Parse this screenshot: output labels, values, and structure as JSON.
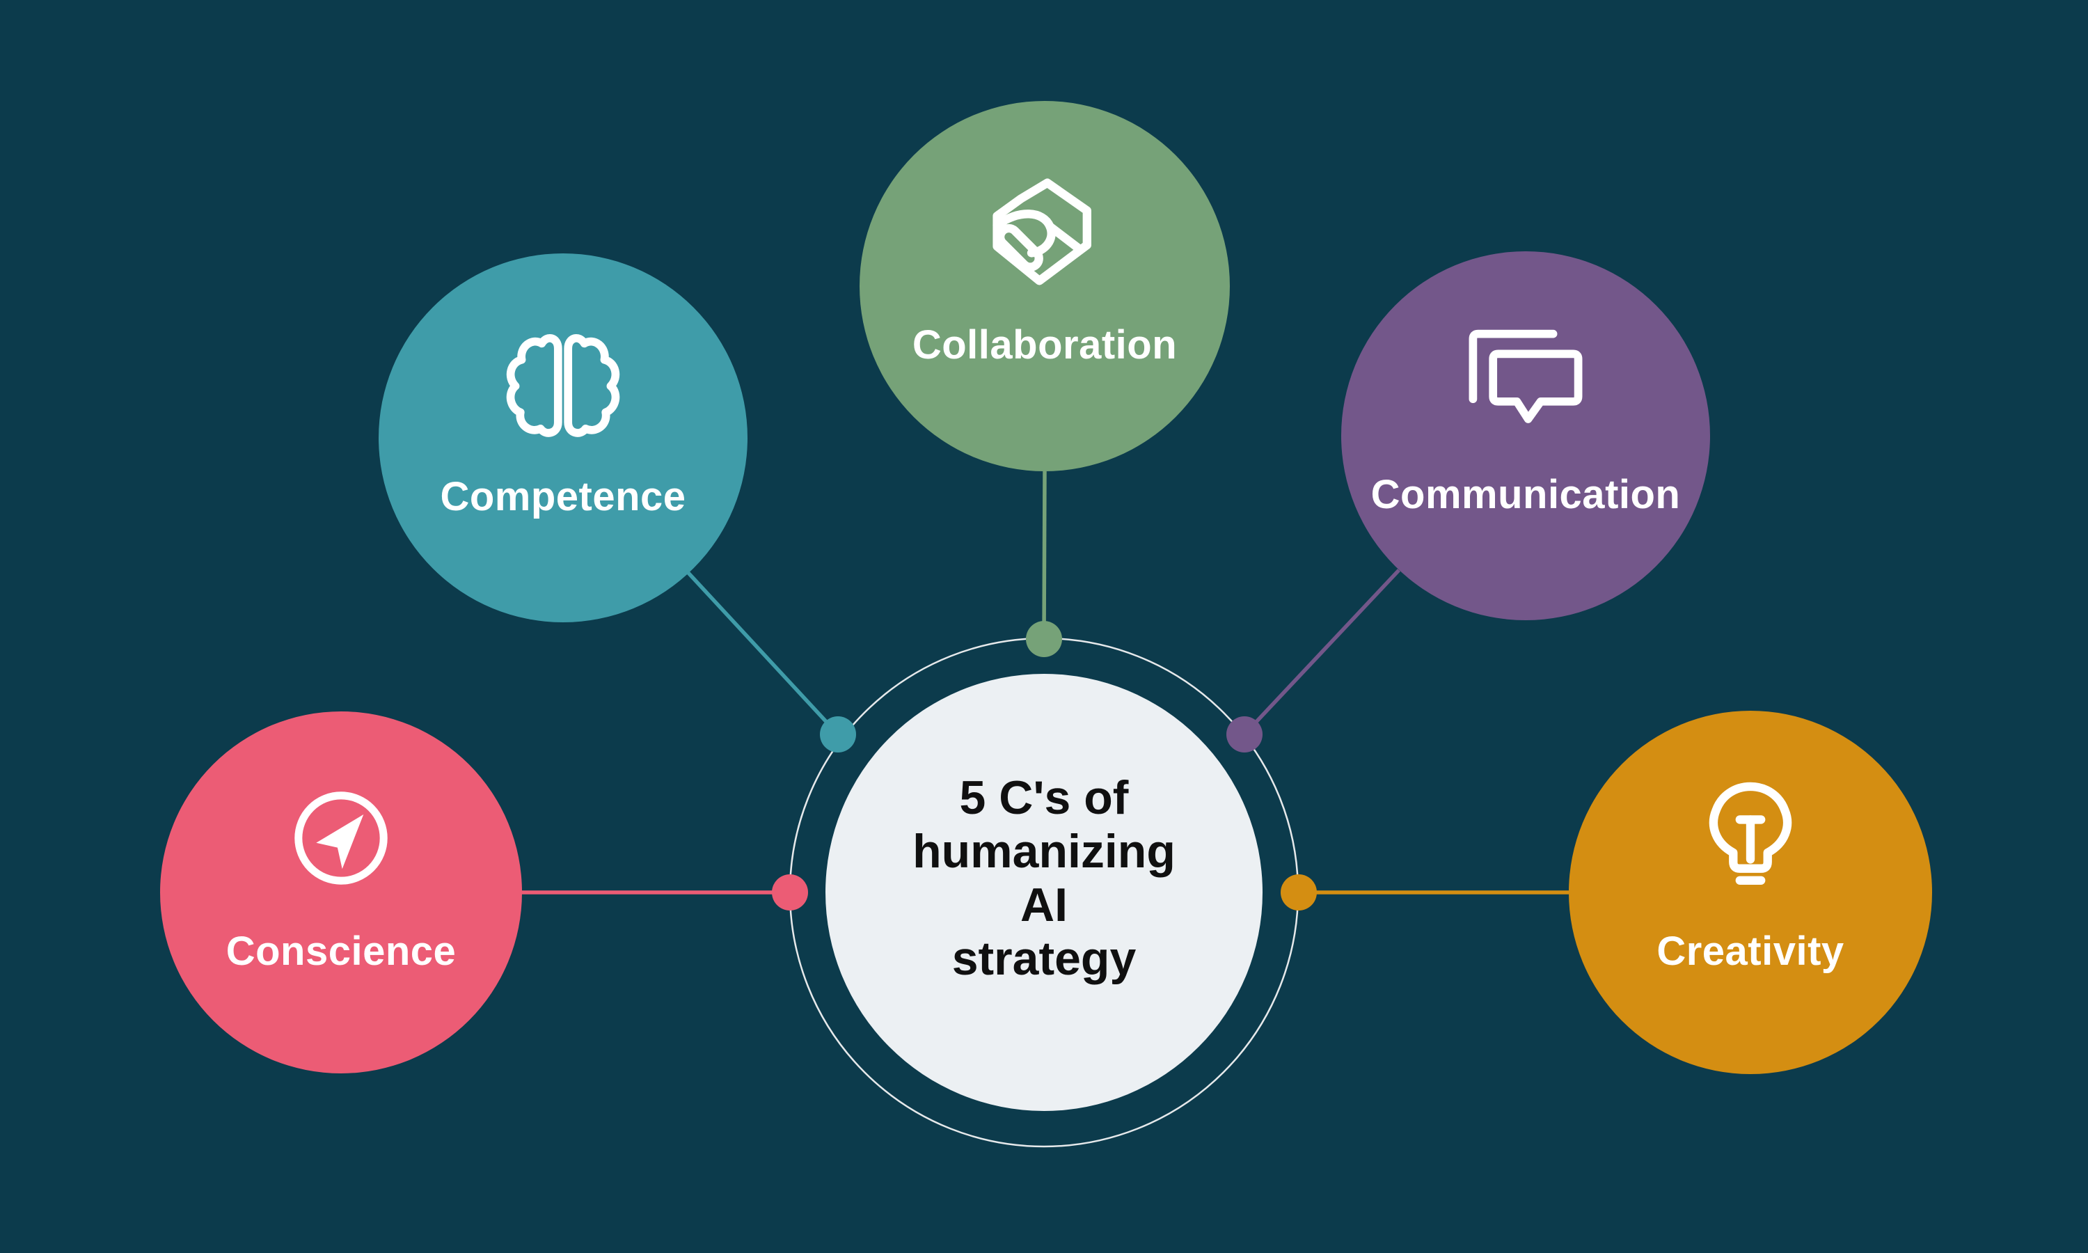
{
  "background_color": "#0C3B4C",
  "hub": {
    "title_lines": [
      "5 C's of",
      "humanizing",
      "AI",
      "strategy"
    ],
    "fill": "#ECF0F3",
    "ring_color": "#E6E9EB",
    "text_color": "#101010"
  },
  "nodes": [
    {
      "id": "competence",
      "label": "Competence",
      "icon": "brain-icon",
      "color": "#3F9CA9"
    },
    {
      "id": "collaboration",
      "label": "Collaboration",
      "icon": "handshake-icon",
      "color": "#76A278"
    },
    {
      "id": "communication",
      "label": "Communication",
      "icon": "chat-bubbles-icon",
      "color": "#73578A"
    },
    {
      "id": "conscience",
      "label": "Conscience",
      "icon": "navigation-arrow-icon",
      "color": "#EC5C75"
    },
    {
      "id": "creativity",
      "label": "Creativity",
      "icon": "lightbulb-icon",
      "color": "#D48E12"
    }
  ]
}
